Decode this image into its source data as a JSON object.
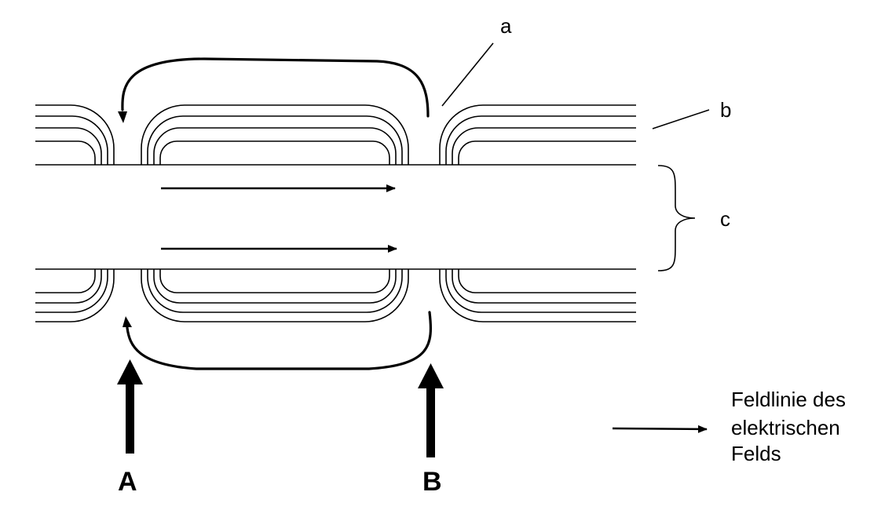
{
  "labels": {
    "a": "a",
    "b": "b",
    "c": "c",
    "A": "A",
    "B": "B"
  },
  "legend": {
    "line1": "Feldlinie des",
    "line2": "elektrischen",
    "line3": "Felds"
  },
  "colors": {
    "stroke": "#000000",
    "background": "#ffffff"
  }
}
